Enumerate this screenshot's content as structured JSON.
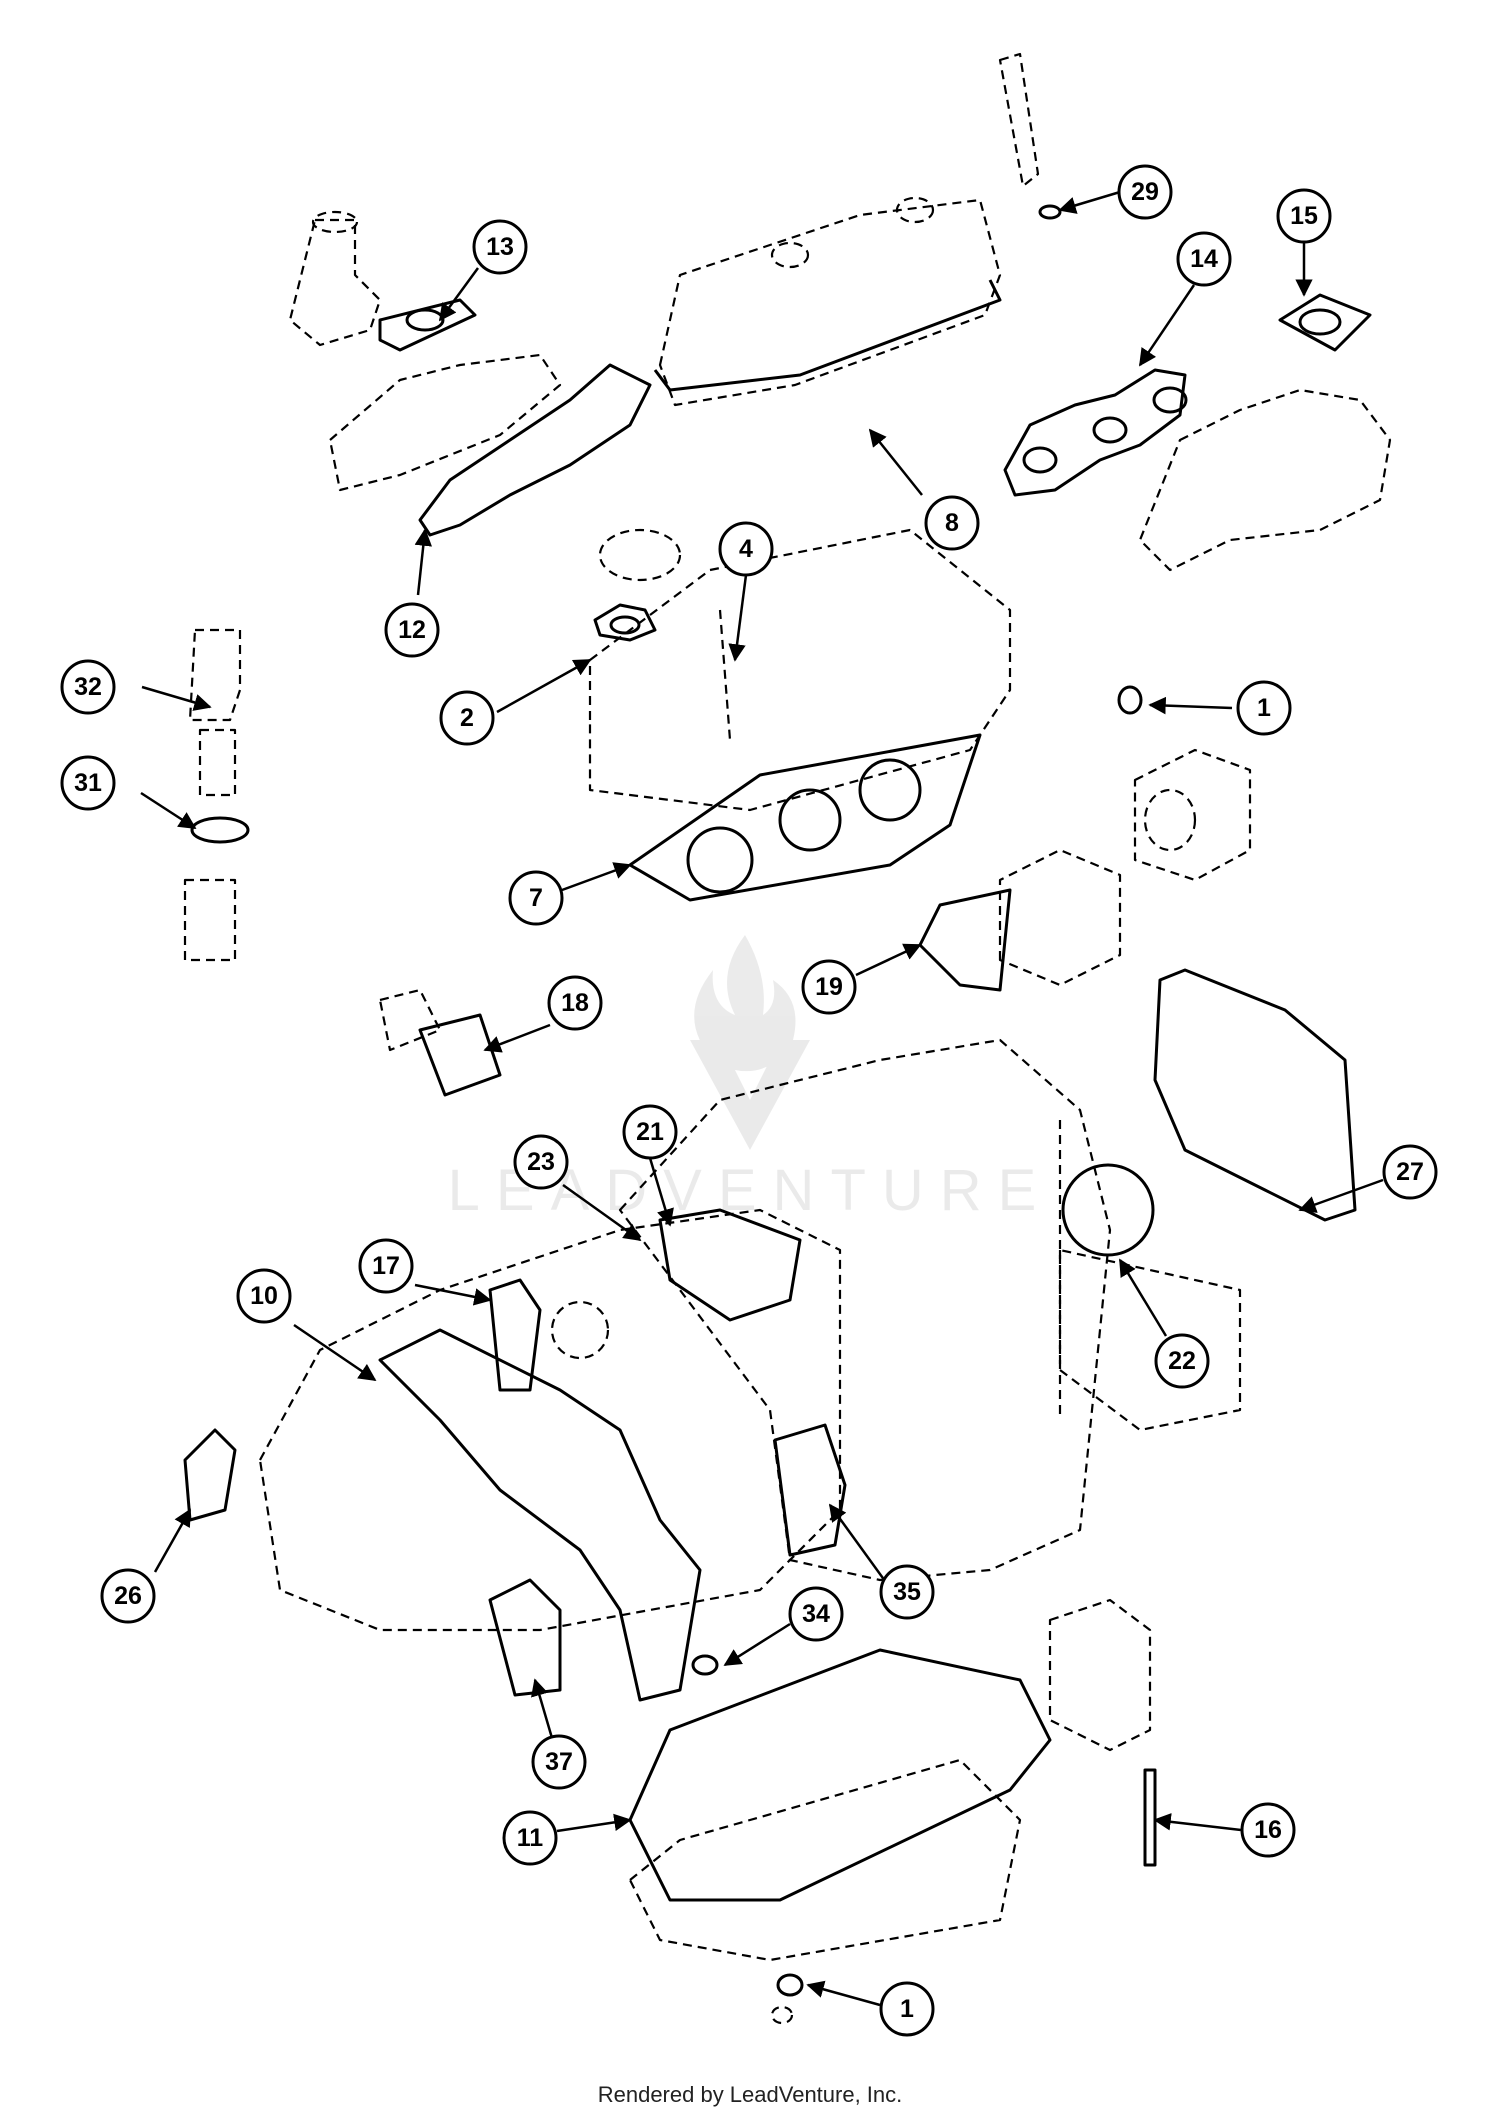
{
  "callouts": [
    "1",
    "2",
    "4",
    "7",
    "8",
    "10",
    "11",
    "12",
    "13",
    "14",
    "15",
    "16",
    "17",
    "18",
    "19",
    "21",
    "22",
    "23",
    "26",
    "27",
    "29",
    "31",
    "32",
    "34",
    "35",
    "37",
    "1"
  ],
  "watermark": "LEADVENTURE",
  "footer": "Rendered by LeadVenture, Inc."
}
